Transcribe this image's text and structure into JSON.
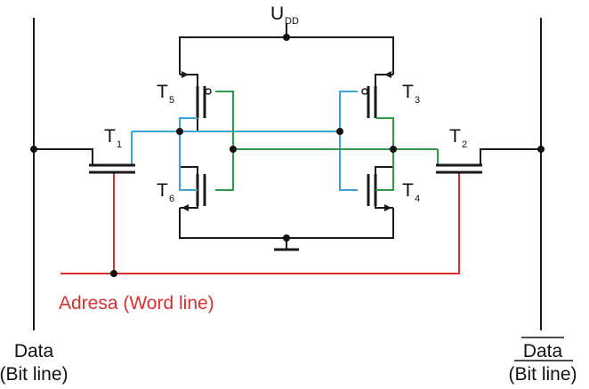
{
  "labels": {
    "supply": "U",
    "supply_sub": "DD",
    "t1": "T",
    "t1_sub": "1",
    "t2": "T",
    "t2_sub": "2",
    "t3": "T",
    "t3_sub": "3",
    "t4": "T",
    "t4_sub": "4",
    "t5": "T",
    "t5_sub": "5",
    "t6": "T",
    "t6_sub": "6",
    "word_line": "Adresa (Word line)",
    "data_left": "Data",
    "bit_left": "(Bit line)",
    "data_right": "Data",
    "bit_right": "(Bit line)"
  },
  "colors": {
    "wire": "#1a1a1a",
    "node_a": "#3ba7d6",
    "node_b": "#2f9a45",
    "word_line": "#d9302f"
  }
}
